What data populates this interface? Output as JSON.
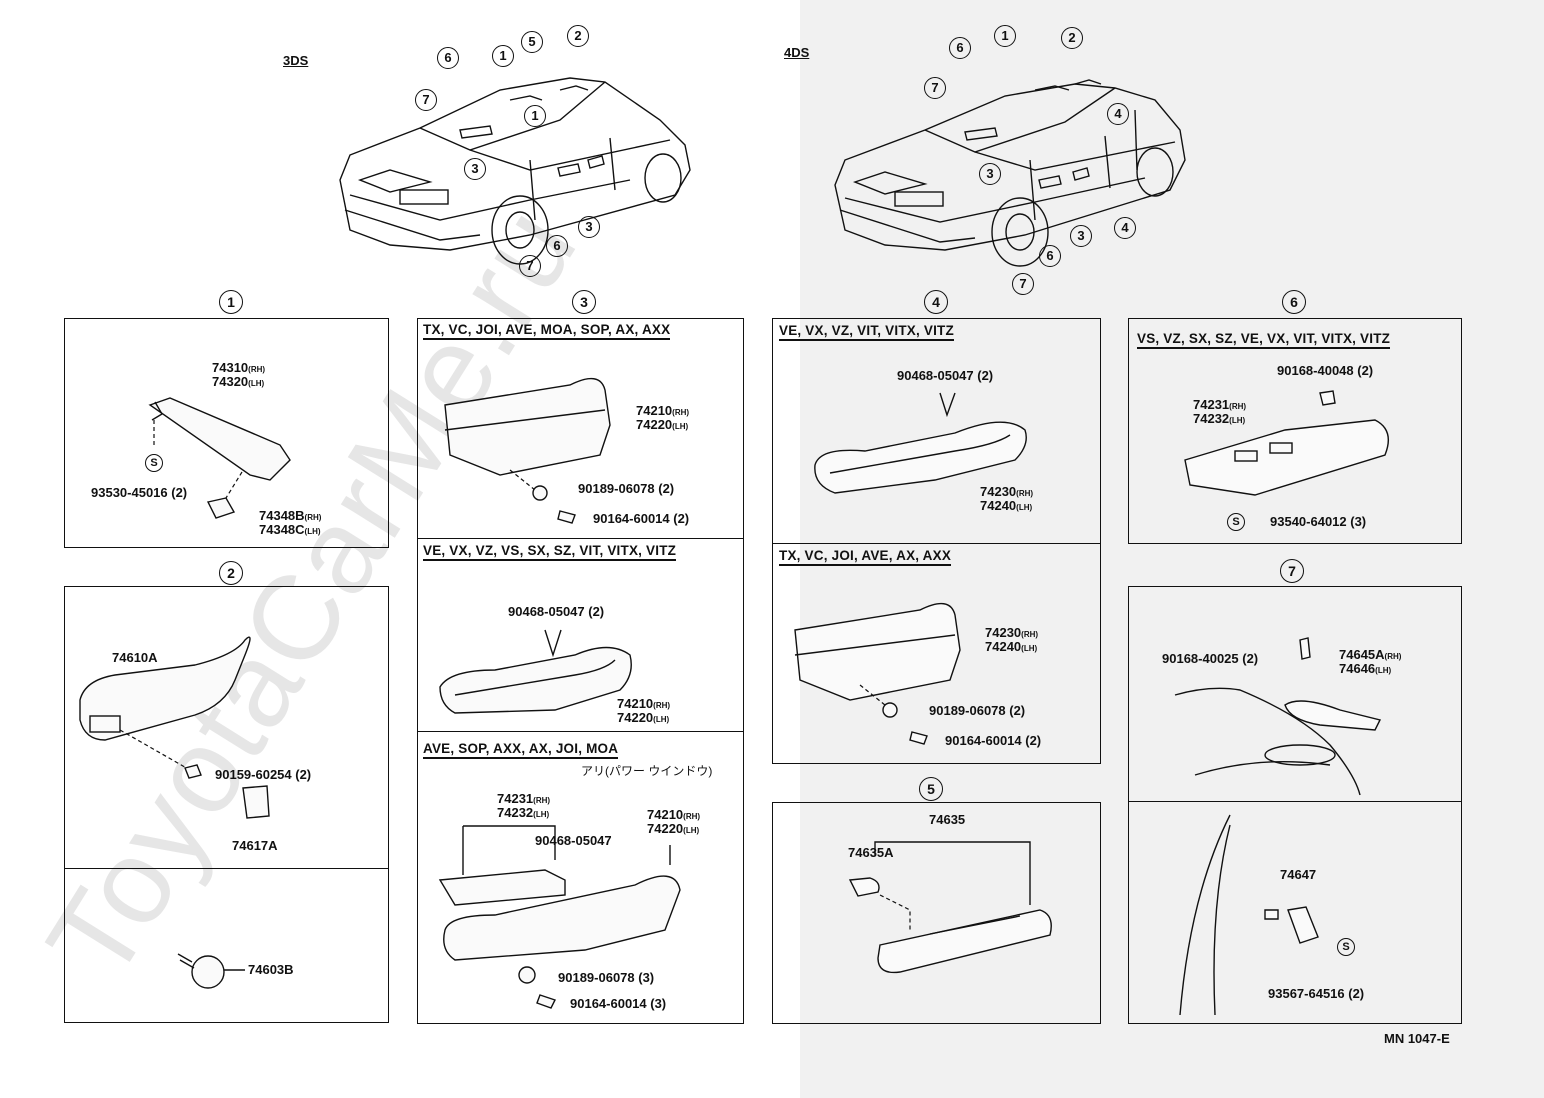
{
  "views": {
    "left": "3DS",
    "right": "4DS"
  },
  "callouts": [
    "1",
    "2",
    "3",
    "4",
    "5",
    "6",
    "7"
  ],
  "section_numbers": {
    "s1": "1",
    "s2": "2",
    "s3": "3",
    "s4": "4",
    "s5": "5",
    "s6": "6",
    "s7": "7"
  },
  "s1": {
    "visor_no1": "74310",
    "visor_no2": "74320",
    "holder_no1": "74348B",
    "holder_no2": "74348C",
    "screw": "93530-45016 (2)",
    "s_mark": "S"
  },
  "s2": {
    "grip": "74610A",
    "screw": "90159-60254 (2)",
    "clip": "74617A",
    "plug": "74603B"
  },
  "s3": {
    "v1": "TX, VC, JOI, AVE, MOA, SOP, AX, AXX",
    "v1_no1": "74210",
    "v1_no2": "74220",
    "v1_nut": "90189-06078 (2)",
    "v1_screw": "90164-60014 (2)",
    "v2": "VE, VX, VZ, VS, SX, SZ, VIT, VITX, VITZ",
    "v2_clip": "90468-05047 (2)",
    "v2_no1": "74210",
    "v2_no2": "74220",
    "v3": "AVE, SOP, AXX, AX, JOI, MOA",
    "v3_note": "アリ(パワー ウインドウ)",
    "v3_sw1": "74231",
    "v3_sw2": "74232",
    "v3_no1": "74210",
    "v3_no2": "74220",
    "v3_clip": "90468-05047",
    "v3_nut": "90189-06078 (3)",
    "v3_screw": "90164-60014 (3)"
  },
  "s4": {
    "v1": "VE, VX, VZ, VIT, VITX, VITZ",
    "v1_clip": "90468-05047 (2)",
    "v1_no1": "74230",
    "v1_no2": "74240",
    "v2": "TX, VC, JOI, AVE, AX, AXX",
    "v2_no1": "74230",
    "v2_no2": "74240",
    "v2_nut": "90189-06078 (2)",
    "v2_screw": "90164-60014 (2)"
  },
  "s5": {
    "assy": "74635",
    "clip": "74635A"
  },
  "s6": {
    "v1": "VS, VZ, SX, SZ, VE, VX, VIT, VITX, VITZ",
    "bolt": "90168-40048 (2)",
    "no1": "74231",
    "no2": "74232",
    "screw": "93540-64012 (3)",
    "s_mark": "S"
  },
  "s7": {
    "bolt": "90168-40025 (2)",
    "no1": "74645A",
    "no2": "74646",
    "cover": "74647",
    "screw": "93567-64516 (2)",
    "s_mark": "S"
  },
  "side": {
    "rh": "(RH)",
    "lh": "(LH)"
  },
  "footer": "MN 1047-E",
  "watermark": "ToyotaCarMe.ru"
}
